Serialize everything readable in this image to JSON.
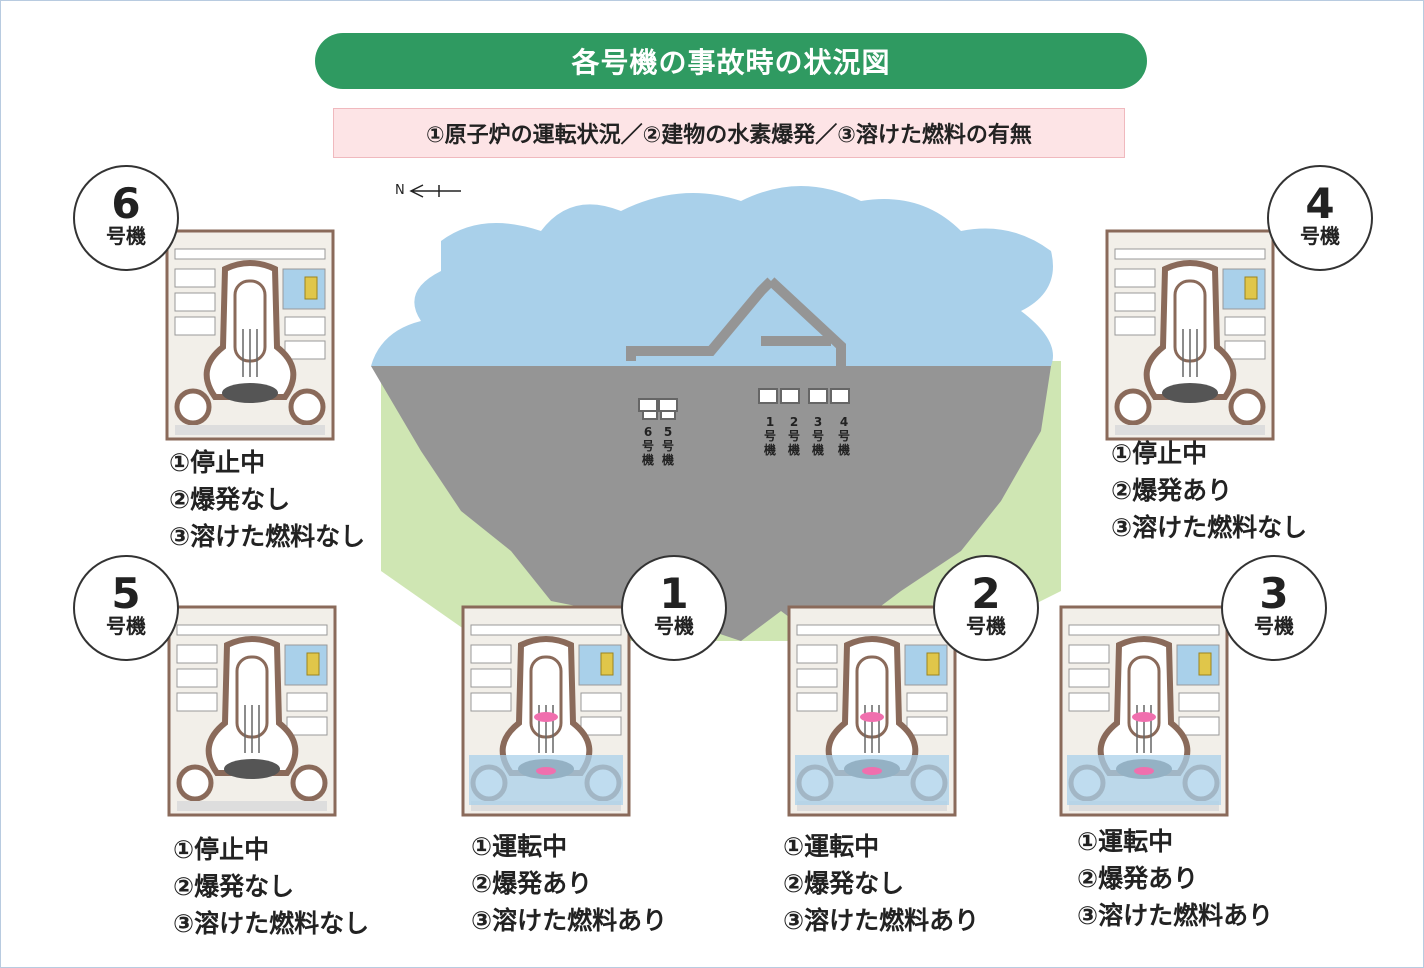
{
  "title": "各号機の事故時の状況図",
  "legend": "①原子炉の運転状況／②建物の水素爆発／③溶けた燃料の有無",
  "compass": "N",
  "unit_suffix": "号機",
  "colors": {
    "title_bg": "#2f9a61",
    "legend_bg": "#fde4e6",
    "sea": "#a9d0ea",
    "land": "#959595",
    "grass": "#cfe6b3",
    "wall": "#8a6a5a",
    "water": "#a9d0ea",
    "melted_fuel": "#f06fae"
  },
  "units": [
    {
      "id": "6",
      "status": [
        "①停止中",
        "②爆発なし",
        "③溶けた燃料なし"
      ],
      "state": "stopped"
    },
    {
      "id": "4",
      "status": [
        "①停止中",
        "②爆発あり",
        "③溶けた燃料なし"
      ],
      "state": "stopped"
    },
    {
      "id": "5",
      "status": [
        "①停止中",
        "②爆発なし",
        "③溶けた燃料なし"
      ],
      "state": "stopped"
    },
    {
      "id": "1",
      "status": [
        "①運転中",
        "②爆発あり",
        "③溶けた燃料あり"
      ],
      "state": "melted"
    },
    {
      "id": "2",
      "status": [
        "①運転中",
        "②爆発なし",
        "③溶けた燃料あり"
      ],
      "state": "melted"
    },
    {
      "id": "3",
      "status": [
        "①運転中",
        "②爆発あり",
        "③溶けた燃料あり"
      ],
      "state": "melted"
    }
  ],
  "map_labels": [
    {
      "id": "6",
      "chars": [
        "6",
        "号",
        "機"
      ]
    },
    {
      "id": "5",
      "chars": [
        "5",
        "号",
        "機"
      ]
    },
    {
      "id": "1",
      "chars": [
        "1",
        "号",
        "機"
      ]
    },
    {
      "id": "2",
      "chars": [
        "2",
        "号",
        "機"
      ]
    },
    {
      "id": "3",
      "chars": [
        "3",
        "号",
        "機"
      ]
    },
    {
      "id": "4",
      "chars": [
        "4",
        "号",
        "機"
      ]
    }
  ]
}
